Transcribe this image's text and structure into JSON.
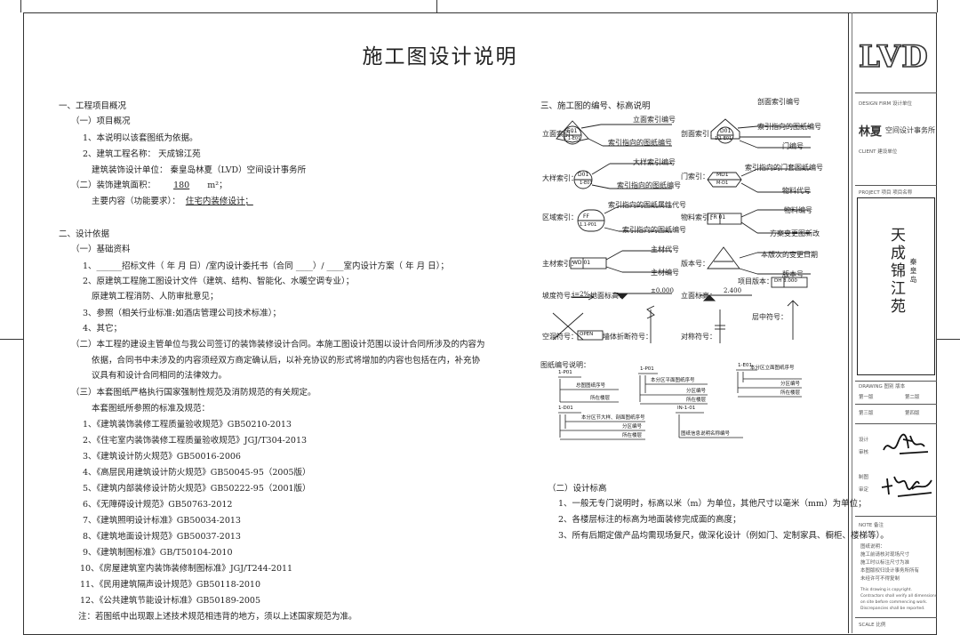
{
  "document": {
    "title": "施工图设计说明"
  },
  "section1": {
    "heading": "一、工程项目概况",
    "sub1": "（一）项目概况",
    "items": [
      "1、本说明以该套图纸为依据。",
      "2、建筑工程名称：  天成锦江苑",
      "建筑装饰设计单位：  秦皇岛林夏（LVD）空间设计事务所"
    ],
    "area_label": "（二）装饰建筑面积：",
    "area_value": "180",
    "area_unit": "m²；",
    "content_label": "主要内容（功能要求）：",
    "content_value": "住宅内装修设计；"
  },
  "section2": {
    "heading": "二、设计依据",
    "sub1": "（一）基础资料",
    "lines": [
      "1、______招标文件（   年   月   日）/室内设计委托书（合同 ____）/ ____室内设计方案（   年   月   日）；",
      "2、原建筑工程施工图设计文件（建筑、结构、智能化、水暖空调专业）；",
      "原建筑工程消防、人防审批意见；",
      "3、参照（相关行业标准:如酒店管理公司技术标准）；",
      "4、其它；"
    ],
    "sub2_lines": [
      "（二）本工程的建设主管单位与我公司签订的装饰装修设计合同。本施工图设计范围以设计合同所涉及的内容为",
      "依据，合同书中未涉及的内容须经双方商定确认后，以补充协议的形式将增加的内容也包括在内，补充协",
      "议具有和设计合同相同的法律效力。"
    ],
    "sub3_lines": [
      "（三）本套图纸严格执行国家强制性规范及消防规范的有关规定。",
      "本套图纸所参照的标准及规范："
    ],
    "standards": [
      "1、《建筑装饰装修工程质量验收规范》GB50210-2013",
      "2、《住宅室内装饰装修工程质量验收规范》JGJ/T304-2013",
      "3、《建筑设计防火规范》GB50016-2006",
      "4、《高层民用建筑设计防火规范》GB50045-95（2005版）",
      "5、《建筑内部装修设计防火规范》GB50222-95（2001版）",
      "6、《无障碍设计规范》GB50763-2012",
      "7、《建筑照明设计标准》GB50034-2013",
      "8、《建筑地面设计规范》GB50037-2013",
      "9、《建筑制图标准》GB/T50104-2010",
      "10、《房屋建筑室内装饰装修制图标准》JGJ/T244-2011",
      "11、《民用建筑隔声设计规范》GB50118-2010",
      "12、《公共建筑节能设计标准》GB50189-2005"
    ],
    "note": "注：若图纸中出现跟上述技术规范相违背的地方，须以上述国家规范为准。"
  },
  "section3": {
    "heading": "三、施工图的编号、标高说明",
    "symbols": {
      "elevation_index": "立面索引：",
      "elev_top": "立面索引编号",
      "elev_bottom": "索引指向的图纸编号",
      "elev_code": "E01",
      "elev_sheet": "1.1-E01",
      "section_index": "剖面索引：",
      "sec_top": "剖面索引编号",
      "sec_mid": "索引指向的图纸编号",
      "sec_bottom": "门编号",
      "sec_code": "D01",
      "sec_sheet": "1.1-E01",
      "detail_index": "大样索引：",
      "det_top": "大样索引编号",
      "det_bottom": "索引指向的图纸编号",
      "det_code": "D01",
      "det_sheet": "1-E01",
      "door_index": "门索引：",
      "door_top": "索引指向的门套图纸编号",
      "door_bottom": "物料代号",
      "door_code": "MD1",
      "door_sheet": "M-D1",
      "area_index": "区域索引：",
      "area_top": "索引指向的图纸属性代号",
      "area_bottom": "索引指向的图纸编号",
      "area_code": "FF",
      "area_sheet": "1.1-P01",
      "material_index": "物料索引：",
      "mat_top": "物料编号",
      "mat_bottom": "方案变更图新改",
      "mat_code": "FR 01",
      "main_material": "主材索引：",
      "main_top": "主材代号",
      "main_bottom": "主材编号",
      "main_code": "WD 01",
      "revision": "版本号：",
      "rev_top": "本版次的变更日期",
      "rev_bottom": "版本号",
      "rev_label": "项目版本：",
      "rev_code": "DH 3.000",
      "slope": "坡度符号：",
      "slope_val": "i=2%",
      "floor_level": "地面标高：",
      "floor_val": "±0.000",
      "ceiling_level": "立面标高：",
      "ceiling_val": "2.400",
      "ceiling_marker": "层中符号：",
      "void": "空洞符号：",
      "void_label": "OPEN",
      "wall_break": "墙体折断符号：",
      "symmetry": "对称符号："
    },
    "drawing_no_label": "图纸编号说明：",
    "drawing_no": {
      "a_code": "1-P01",
      "a_1": "总图图纸序号",
      "a_2": "所在楼层",
      "b_code": "1-P01",
      "b_1": "本分区平面图纸序号",
      "b_2": "分区编号",
      "b_3": "所在楼层",
      "c_code": "1-E01",
      "c_1": "本分区立面图纸序号",
      "c_2": "分区编号",
      "c_3": "所在楼层",
      "d_code": "1-D01",
      "d_1": "本分区节大样、剖面图纸序号",
      "d_2": "分区编号",
      "d_3": "所在楼层",
      "e_code": "IN-1-01",
      "e_1": "图纸信息说明名称编号"
    },
    "sub2": "（二）设计标高",
    "sub2_lines": [
      "1、一般无专门说明时，标高以米（m）为单位，其他尺寸以毫米（mm）为单位；",
      "2、各楼层标注的标高为地面装修完成面的高度；",
      "3、所有后期定做产品均需现场复尺，做深化设计（例如门、定制家具、橱柜、楼梯等）。"
    ]
  },
  "title_block": {
    "logo": "LVD",
    "client_label": "DESIGN FIRM   设计单位",
    "firm_mark": "林夏",
    "firm_name": "空间设计事务所",
    "client_small": "CLIENT   建设单位",
    "project_label": "PROJECT 项目   项目名称",
    "project_name": "天成锦江苑",
    "project_city": "秦皇岛",
    "stage_label": "DRAWING 图别   版本",
    "stage_a": "第一版",
    "stage_b": "第二版",
    "row_a": "第三版",
    "row_b": "第四版",
    "design_label": "设计",
    "check_label": "审核",
    "draw_label": "制图",
    "approve_label": "审定",
    "notes_label": "NOTE   备注",
    "notes_lines": [
      "图纸说明：",
      "施工前请核对现场尺寸",
      "施工时以标注尺寸为准",
      "本图版权归设计事务所所有",
      "未经许可不得复制"
    ],
    "notes_en": [
      "This drawing is copyright.",
      "Contractors shall verify all dimensions",
      "on site before commencing work.",
      "Discrepancies shall be reported."
    ],
    "scale_label": "SCALE   比例"
  }
}
